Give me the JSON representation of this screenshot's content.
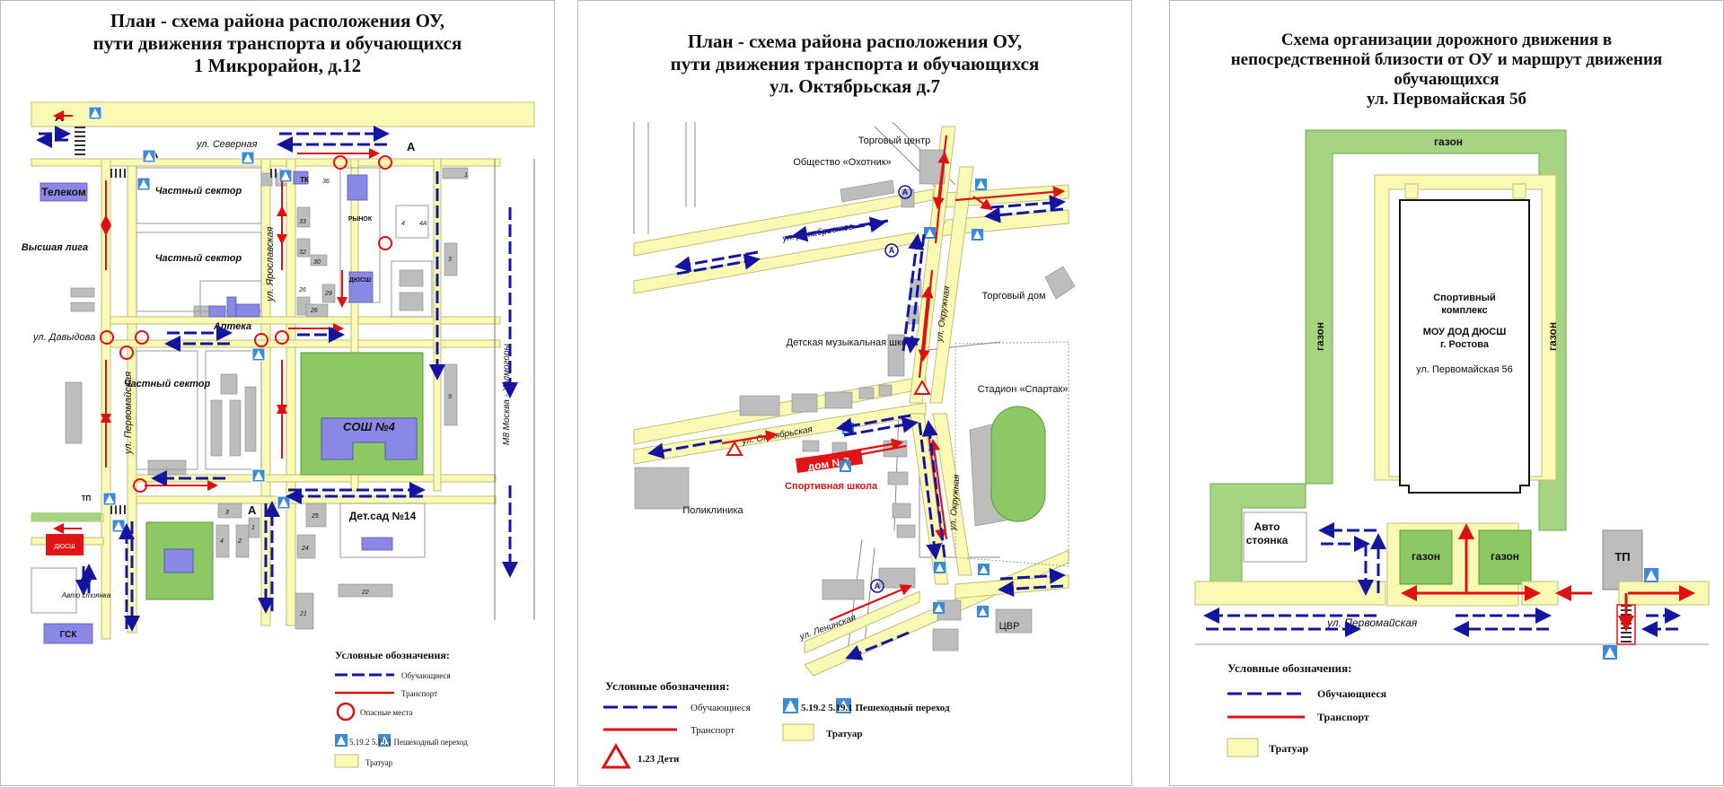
{
  "map1": {
    "title_lines": [
      "План - схема района расположения ОУ,",
      "пути движения транспорта и обучающихся",
      "1 Микрорайон, д.12"
    ],
    "streets": {
      "severnaya": "ул. Северная",
      "yaroslavskaya": "ул. Ярославская",
      "davydova": "ул. Давыдова",
      "pervomayskaya": "ул. Первомайская",
      "m8": "М8 Москва - Холмогоры"
    },
    "labels": {
      "telekom": "Телеком",
      "vysshaya_liga": "Высшая лига",
      "chastny_1": "Частный сектор",
      "chastny_2": "Частный сектор",
      "chastny_3": "Частный сектор",
      "apteka": "Аптека",
      "rynok": "РЫНОК",
      "dyussh": "ДЮСШ",
      "dyussh2": "ДЮСШ",
      "avtostoyanka": "Авто стоянка",
      "gsk": "ГСК",
      "tp": "ТП",
      "tk": "ТК",
      "school": "СОШ №4",
      "detsad": "Дет.сад №14",
      "bus_stop": "А"
    },
    "houses": [
      "36",
      "33",
      "32",
      "30",
      "26",
      "29",
      "26",
      "1",
      "4",
      "4А",
      "3",
      "9",
      "3",
      "2",
      "4",
      "1",
      "25",
      "24",
      "21",
      "22"
    ],
    "legend": {
      "title": "Условные обозначения:",
      "students": "Обучающиеся",
      "transport": "Транспорт",
      "danger": "Опасные места",
      "crossing": "5.19.2 5.19.1 Пешеходный переход",
      "sidewalk": "Тратуар"
    }
  },
  "map2": {
    "title_lines": [
      "План - схема района расположения ОУ,",
      "пути движения транспорта и обучающихся",
      "ул. Октябрьская д.7"
    ],
    "streets": {
      "dekabristov": "ул. Декабристов",
      "okruzhnaya1": "ул. Окружная",
      "okruzhnaya2": "ул. Окружная",
      "oktyabrskaya": "ул. Октябрьская",
      "leninskaya": "ул. Ленинская"
    },
    "labels": {
      "torg_center": "Торговый центр",
      "okhotnik": "Общество «Охотник»",
      "torg_dom": "Торговый дом",
      "music_school": "Детская музыкальная школа",
      "stadium": "Стадион «Спартак»",
      "dom7": "дом №7",
      "sport_school": "Спортивная школа",
      "poliklinika": "Поликлиника",
      "cvr": "ЦВР",
      "bus_stop": "А"
    },
    "legend": {
      "title": "Условные обозначения:",
      "students": "Обучающиеся",
      "crossing": "5.19.2 5.19.1 Пешеходный переход",
      "transport": "Транспорт",
      "sidewalk": "Тратуар",
      "children": "1.23 Дети"
    }
  },
  "map3": {
    "title_lines": [
      "Схема организации дорожного движения в",
      "непосредственной близости от ОУ и маршрут движения",
      "обучающихся",
      "ул. Первомайская 5б"
    ],
    "labels": {
      "gazon_top": "газон",
      "gazon_left": "газон",
      "gazon_right": "газон",
      "gazon_a": "газон",
      "gazon_b": "газон",
      "sport_complex_lines": [
        "Спортивный",
        "комплекс",
        "",
        "МОУ ДОД ДЮСШ",
        "г. Ростова",
        "",
        "ул. Первомайская 56"
      ],
      "avtostoyanka_lines": [
        "Авто",
        "стоянка"
      ],
      "tp": "ТП",
      "street": "ул. Первомайская"
    },
    "legend": {
      "title": "Условные обозначения:",
      "students": "Обучающиеся",
      "transport": "Транспорт",
      "sidewalk": "Тратуар"
    }
  },
  "colors": {
    "road": "#ffffff",
    "sidewalk": "#fafab4",
    "sidewalk_border": "#bdbd7a",
    "building": "#bdbdbd",
    "grass": "#8cc864",
    "blue_fill": "#8a88e6",
    "students_arrow": "#1414a0",
    "transport_arrow": "#e01010",
    "danger": "#e01010",
    "school_red": "#e01515",
    "green_strip": "#a6d482"
  }
}
